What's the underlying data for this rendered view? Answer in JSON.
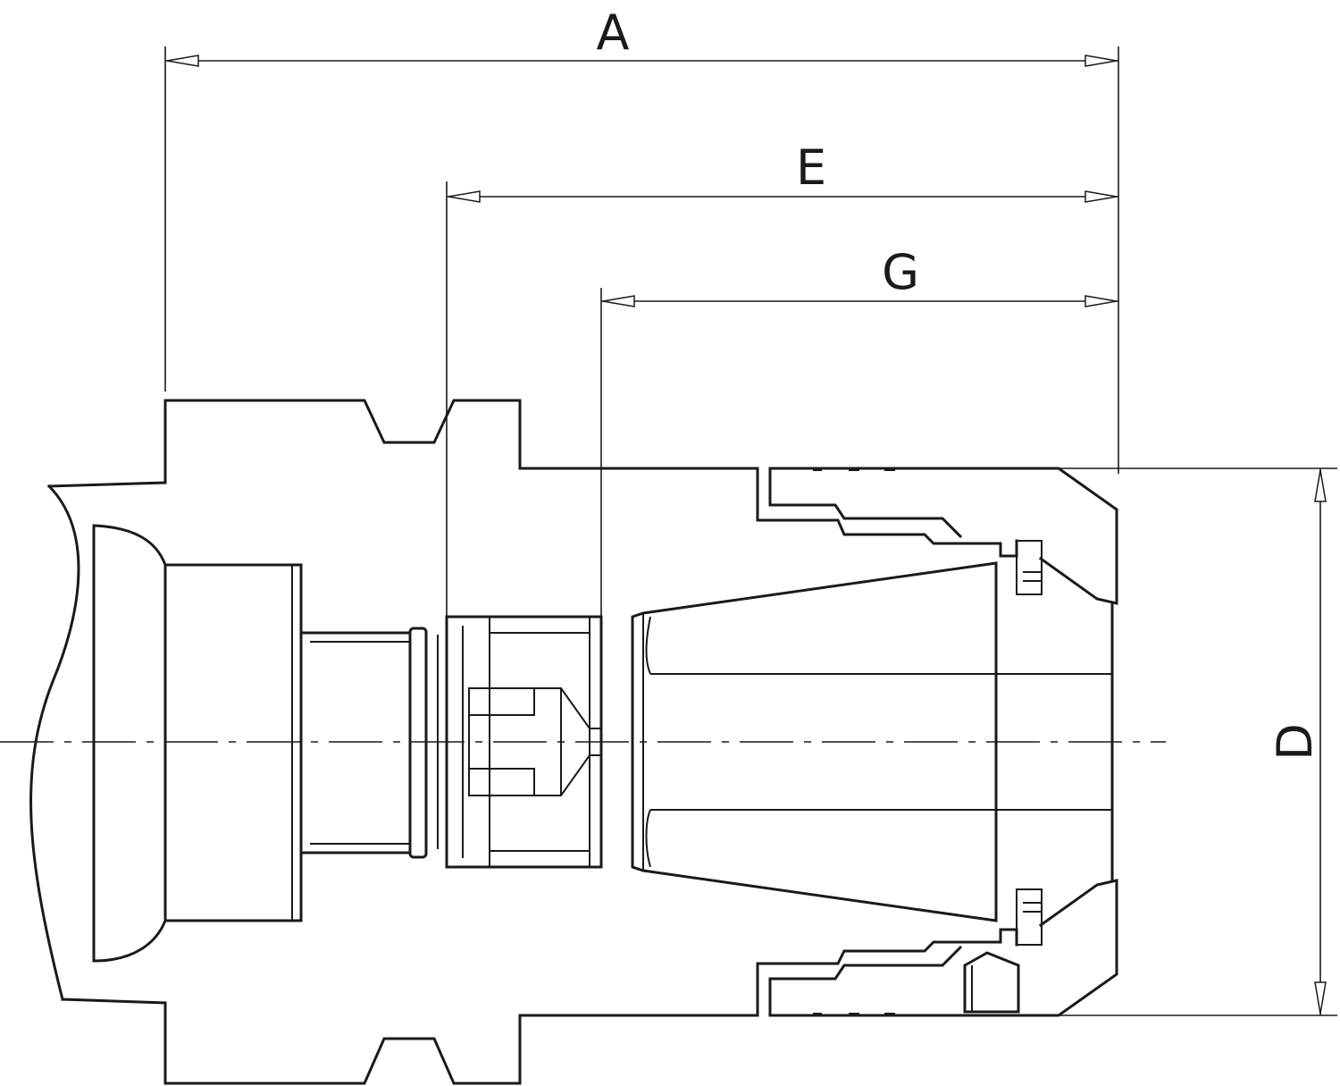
{
  "drawing": {
    "labels": {
      "a": "A",
      "e": "E",
      "g": "G",
      "d": "D"
    }
  }
}
